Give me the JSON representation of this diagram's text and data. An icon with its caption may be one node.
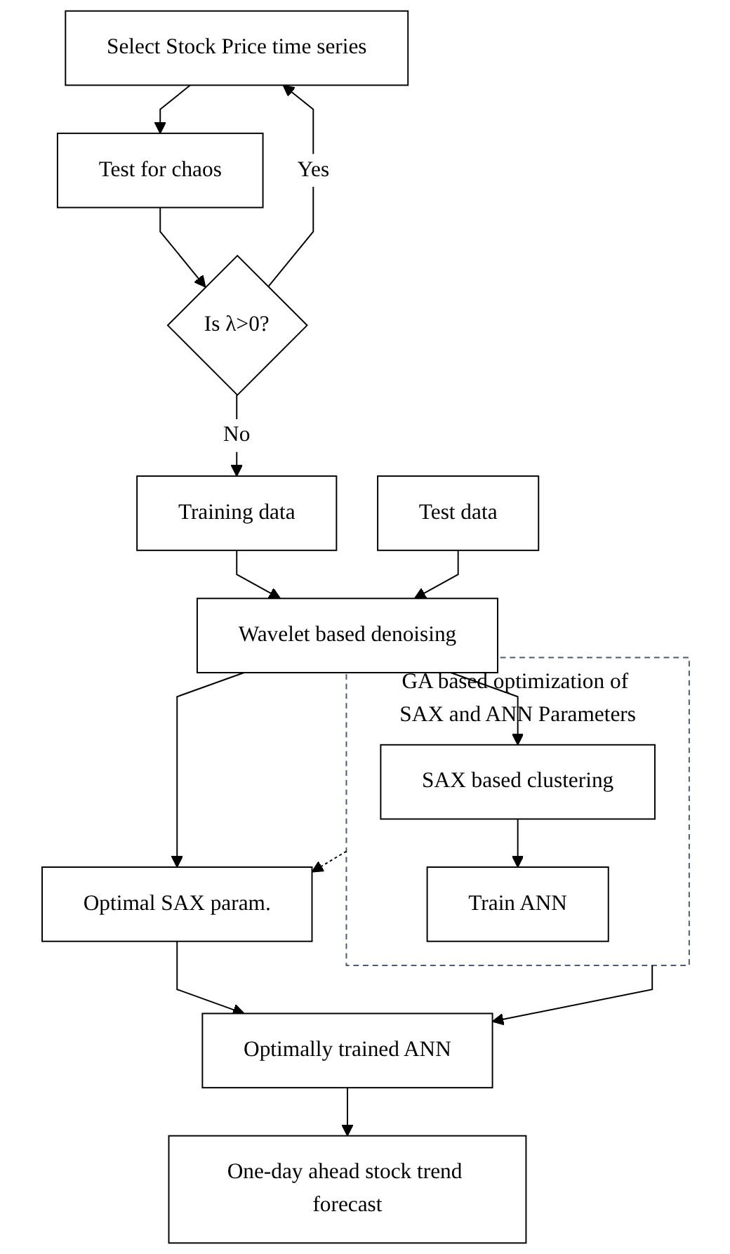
{
  "diagram": {
    "nodes": [
      {
        "text": [
          "Select Stock Price time series"
        ]
      },
      {
        "text": [
          "Test for chaos"
        ]
      },
      {
        "text": [
          "Is λ>0?"
        ]
      },
      {
        "text": [
          "Training data"
        ]
      },
      {
        "text": [
          "Test data"
        ]
      },
      {
        "text": [
          "Wavelet based denoising"
        ]
      },
      {
        "text": [
          "GA based optimization of SAX and ANN Parameters"
        ]
      },
      {
        "text": [
          "SAX based clustering"
        ],
        "in": 6
      },
      {
        "text": [
          "Train ANN"
        ],
        "in": 6
      },
      {
        "text": [
          "Optimal SAX param."
        ]
      },
      {
        "text": [
          "Optimally trained ANN"
        ]
      },
      {
        "text": [
          "One-day ahead stock trend forecast"
        ]
      }
    ],
    "edges": [
      {
        "from": 0,
        "to": 1,
        "arrow": "to"
      },
      {
        "from": 1,
        "to": 2,
        "arrow": "to"
      },
      {
        "from": 2,
        "to": 0,
        "arrow": "to",
        "label": "Yes"
      },
      {
        "from": 2,
        "to": 3,
        "arrow": "to",
        "label": "No"
      },
      {
        "from": 3,
        "to": 5,
        "arrow": "to"
      },
      {
        "from": 4,
        "to": 5,
        "arrow": "to"
      },
      {
        "from": 5,
        "to": 7,
        "arrow": "to"
      },
      {
        "from": 7,
        "to": 8,
        "arrow": "to"
      },
      {
        "from": 5,
        "to": 9,
        "arrow": "to"
      },
      {
        "from": 6,
        "to": 9,
        "arrow": "to",
        "style": "dashed"
      },
      {
        "from": 6,
        "to": 10,
        "arrow": "to"
      },
      {
        "from": 9,
        "to": 10,
        "arrow": "to"
      },
      {
        "from": 10,
        "to": 11,
        "arrow": "to"
      }
    ]
  }
}
